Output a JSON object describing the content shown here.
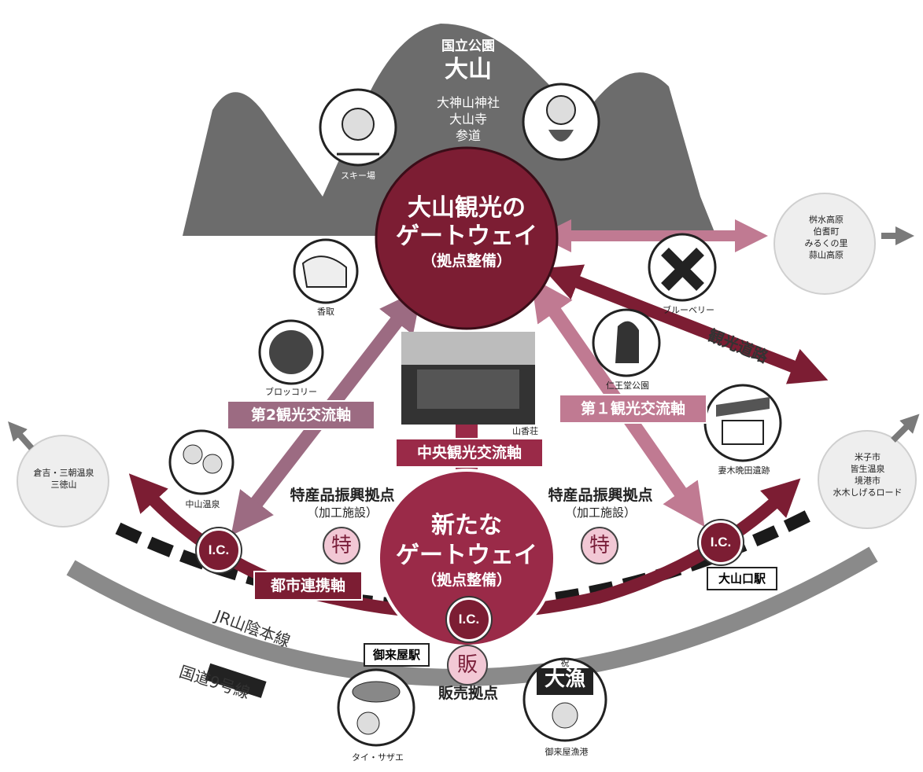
{
  "mountain": {
    "park_label": "国立公園",
    "name": "大山",
    "sites": [
      "大神山神社",
      "大山寺",
      "参道"
    ],
    "ski_caption": "スキー場"
  },
  "hub_top": {
    "line1": "大山観光の",
    "line2": "ゲートウェイ",
    "line3": "（拠点整備）"
  },
  "hub_bottom": {
    "line1": "新たな",
    "line2": "ゲートウェイ",
    "line3": "（拠点整備）"
  },
  "axes": {
    "axis1": "第１観光交流軸",
    "axis2": "第2観光交流軸",
    "central": "中央観光交流軸",
    "city": "都市連携軸",
    "tourism_road": "観光道路"
  },
  "captions": {
    "katori": "香取",
    "broccoli": "ブロッコリー",
    "nakayama": "中山温泉",
    "blueberry": "ブルーベリー",
    "nioudo": "仁王堂公園",
    "mukibanda": "妻木晩田遺跡",
    "sankoso": "山香荘",
    "tai": "タイ・サザエ",
    "fishing_port": "御来屋漁港"
  },
  "destinations": {
    "left": [
      "倉吉・三朝温泉",
      "三徳山"
    ],
    "right_top": [
      "桝水高原",
      "伯耆町",
      "みるくの里",
      "蒜山高原"
    ],
    "right": [
      "米子市",
      "皆生温泉",
      "境港市",
      "水木しげるロード"
    ]
  },
  "specialty": {
    "title": "特産品振興拠点",
    "sub": "（加工施設）",
    "mark": "特"
  },
  "sales": {
    "mark": "販",
    "label": "販売拠点"
  },
  "ic_label": "I.C.",
  "stations": {
    "mikuriya": "御来屋駅",
    "daisenguchi": "大山口駅"
  },
  "routes": {
    "jr": "JR山陰本線",
    "national": "国道9号線"
  },
  "fishing_sign": {
    "main": "大漁",
    "small": "祝"
  },
  "colors": {
    "maroon": "#7c1d33",
    "crimson": "#9a2a48",
    "pink": "#c07a92",
    "mauve": "#9c6b82",
    "gray": "#6c6c6c",
    "road_gray": "#8a8a8a",
    "dest_bg": "#eeeeee"
  }
}
